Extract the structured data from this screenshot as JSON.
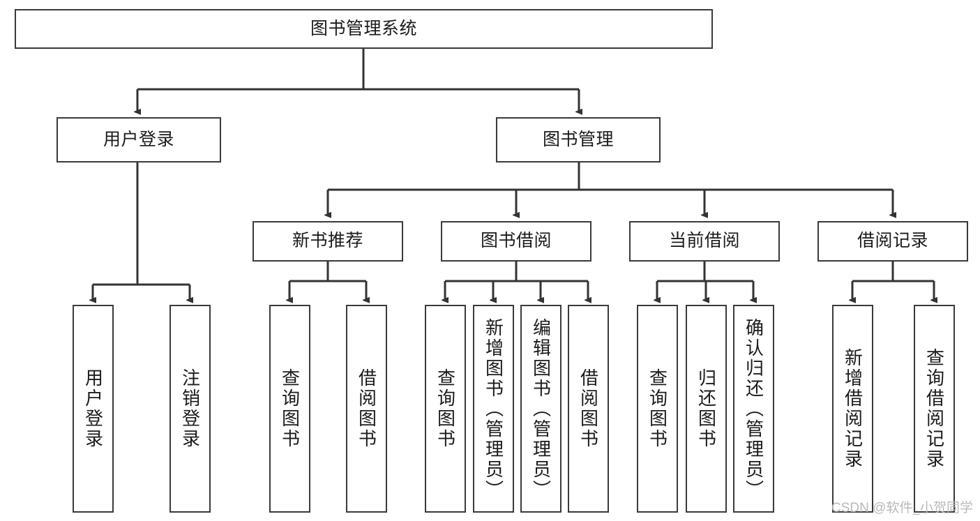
{
  "diagram": {
    "title_node": {
      "id": "root",
      "label": "图书管理系统"
    },
    "level2": [
      {
        "id": "login",
        "label": "用户登录"
      },
      {
        "id": "bookmgmt",
        "label": "图书管理"
      }
    ],
    "level3": [
      {
        "id": "newbook",
        "label": "新书推荐"
      },
      {
        "id": "borrow",
        "label": "图书借阅"
      },
      {
        "id": "current",
        "label": "当前借阅"
      },
      {
        "id": "records",
        "label": "借阅记录"
      }
    ],
    "leaves": {
      "login": [
        {
          "id": "leaf-user-login",
          "label": "用户登录"
        },
        {
          "id": "leaf-logout",
          "label": "注销登录"
        }
      ],
      "newbook": [
        {
          "id": "leaf-query-book-1",
          "label": "查询图书"
        },
        {
          "id": "leaf-borrow-book-1",
          "label": "借阅图书"
        }
      ],
      "borrow": [
        {
          "id": "leaf-query-book-2",
          "label": "查询图书"
        },
        {
          "id": "leaf-add-book",
          "label": "新增图书（管理员）"
        },
        {
          "id": "leaf-edit-book",
          "label": "编辑图书（管理员）"
        },
        {
          "id": "leaf-borrow-book-2",
          "label": "借阅图书"
        }
      ],
      "current": [
        {
          "id": "leaf-query-book-3",
          "label": "查询图书"
        },
        {
          "id": "leaf-return-book",
          "label": "归还图书"
        },
        {
          "id": "leaf-confirm-return",
          "label": "确认归还（管理员）"
        }
      ],
      "records": [
        {
          "id": "leaf-add-record",
          "label": "新增借阅记录"
        },
        {
          "id": "leaf-query-record",
          "label": "查询借阅记录"
        }
      ]
    }
  },
  "watermark": {
    "text": "CSDN @软件_小贺同学"
  },
  "colors": {
    "box_border": "#3a3a3a",
    "edge": "#333333",
    "background": "#ffffff",
    "text": "#1b1b1b",
    "watermark": "#b9b9b9"
  }
}
